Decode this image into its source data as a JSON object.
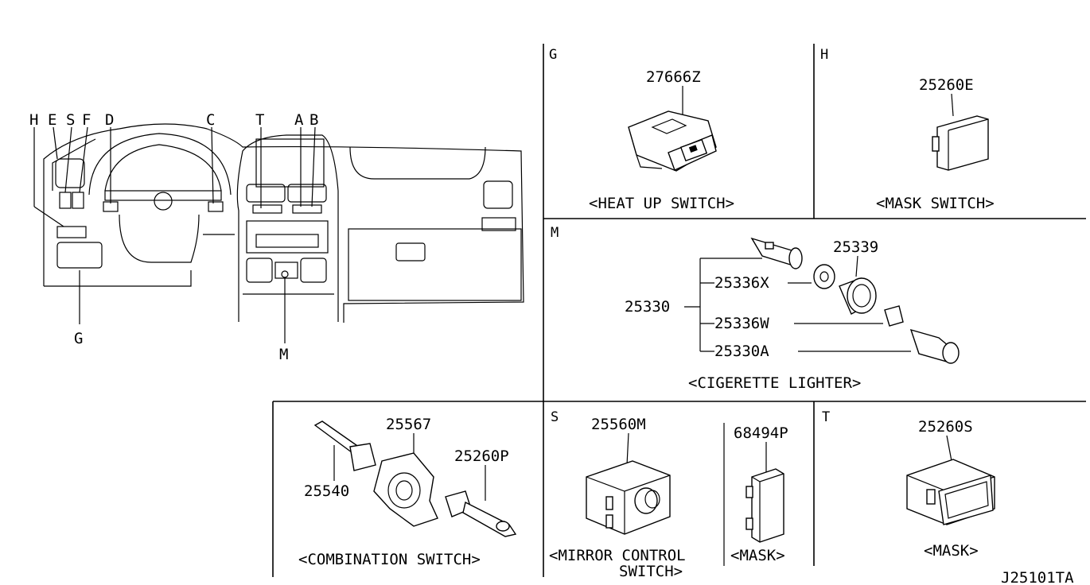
{
  "diagram_id": "J25101TA",
  "dashboard": {
    "callouts": [
      "H",
      "E",
      "S",
      "F",
      "D",
      "C",
      "T",
      "A",
      "B",
      "G",
      "M"
    ]
  },
  "panels": {
    "G": {
      "letter": "G",
      "part_numbers": [
        "27666Z"
      ],
      "caption": "<HEAT UP SWITCH>"
    },
    "H": {
      "letter": "H",
      "part_numbers": [
        "25260E"
      ],
      "caption": "<MASK SWITCH>"
    },
    "M": {
      "letter": "M",
      "part_numbers": [
        "25339",
        "25330",
        "25336X",
        "25336W",
        "25330A"
      ],
      "caption": "<CIGERETTE LIGHTER>"
    },
    "combination": {
      "part_numbers": [
        "25567",
        "25260P",
        "25540"
      ],
      "caption": "<COMBINATION SWITCH>"
    },
    "S": {
      "letter": "S",
      "part_numbers": [
        "25560M",
        "68494P"
      ],
      "caption_line1": "<MIRROR CONTROL",
      "caption_line2": "SWITCH>",
      "caption_mask": "<MASK>"
    },
    "T": {
      "letter": "T",
      "part_numbers": [
        "25260S"
      ],
      "caption": "<MASK>"
    }
  }
}
